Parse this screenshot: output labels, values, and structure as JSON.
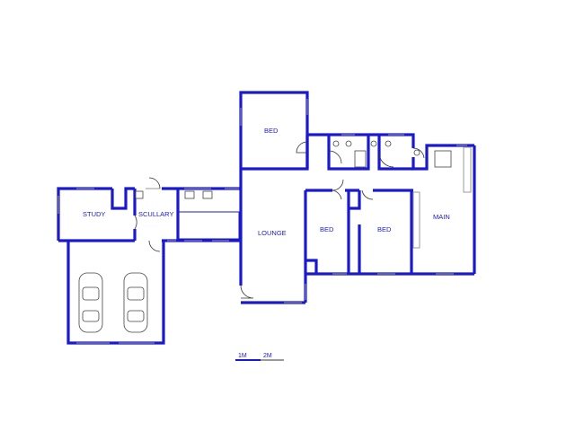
{
  "rooms": {
    "bed_top": "BED",
    "study": "STUDY",
    "scullery": "SCULLARY",
    "lounge": "LOUNGE",
    "bed_middle": "BED",
    "bed_right": "BED",
    "main": "MAIN"
  },
  "scale": {
    "label_1": "1M",
    "label_2": "2M"
  },
  "colors": {
    "walls": "#1a1acc",
    "windows": "#9a9a9a"
  }
}
